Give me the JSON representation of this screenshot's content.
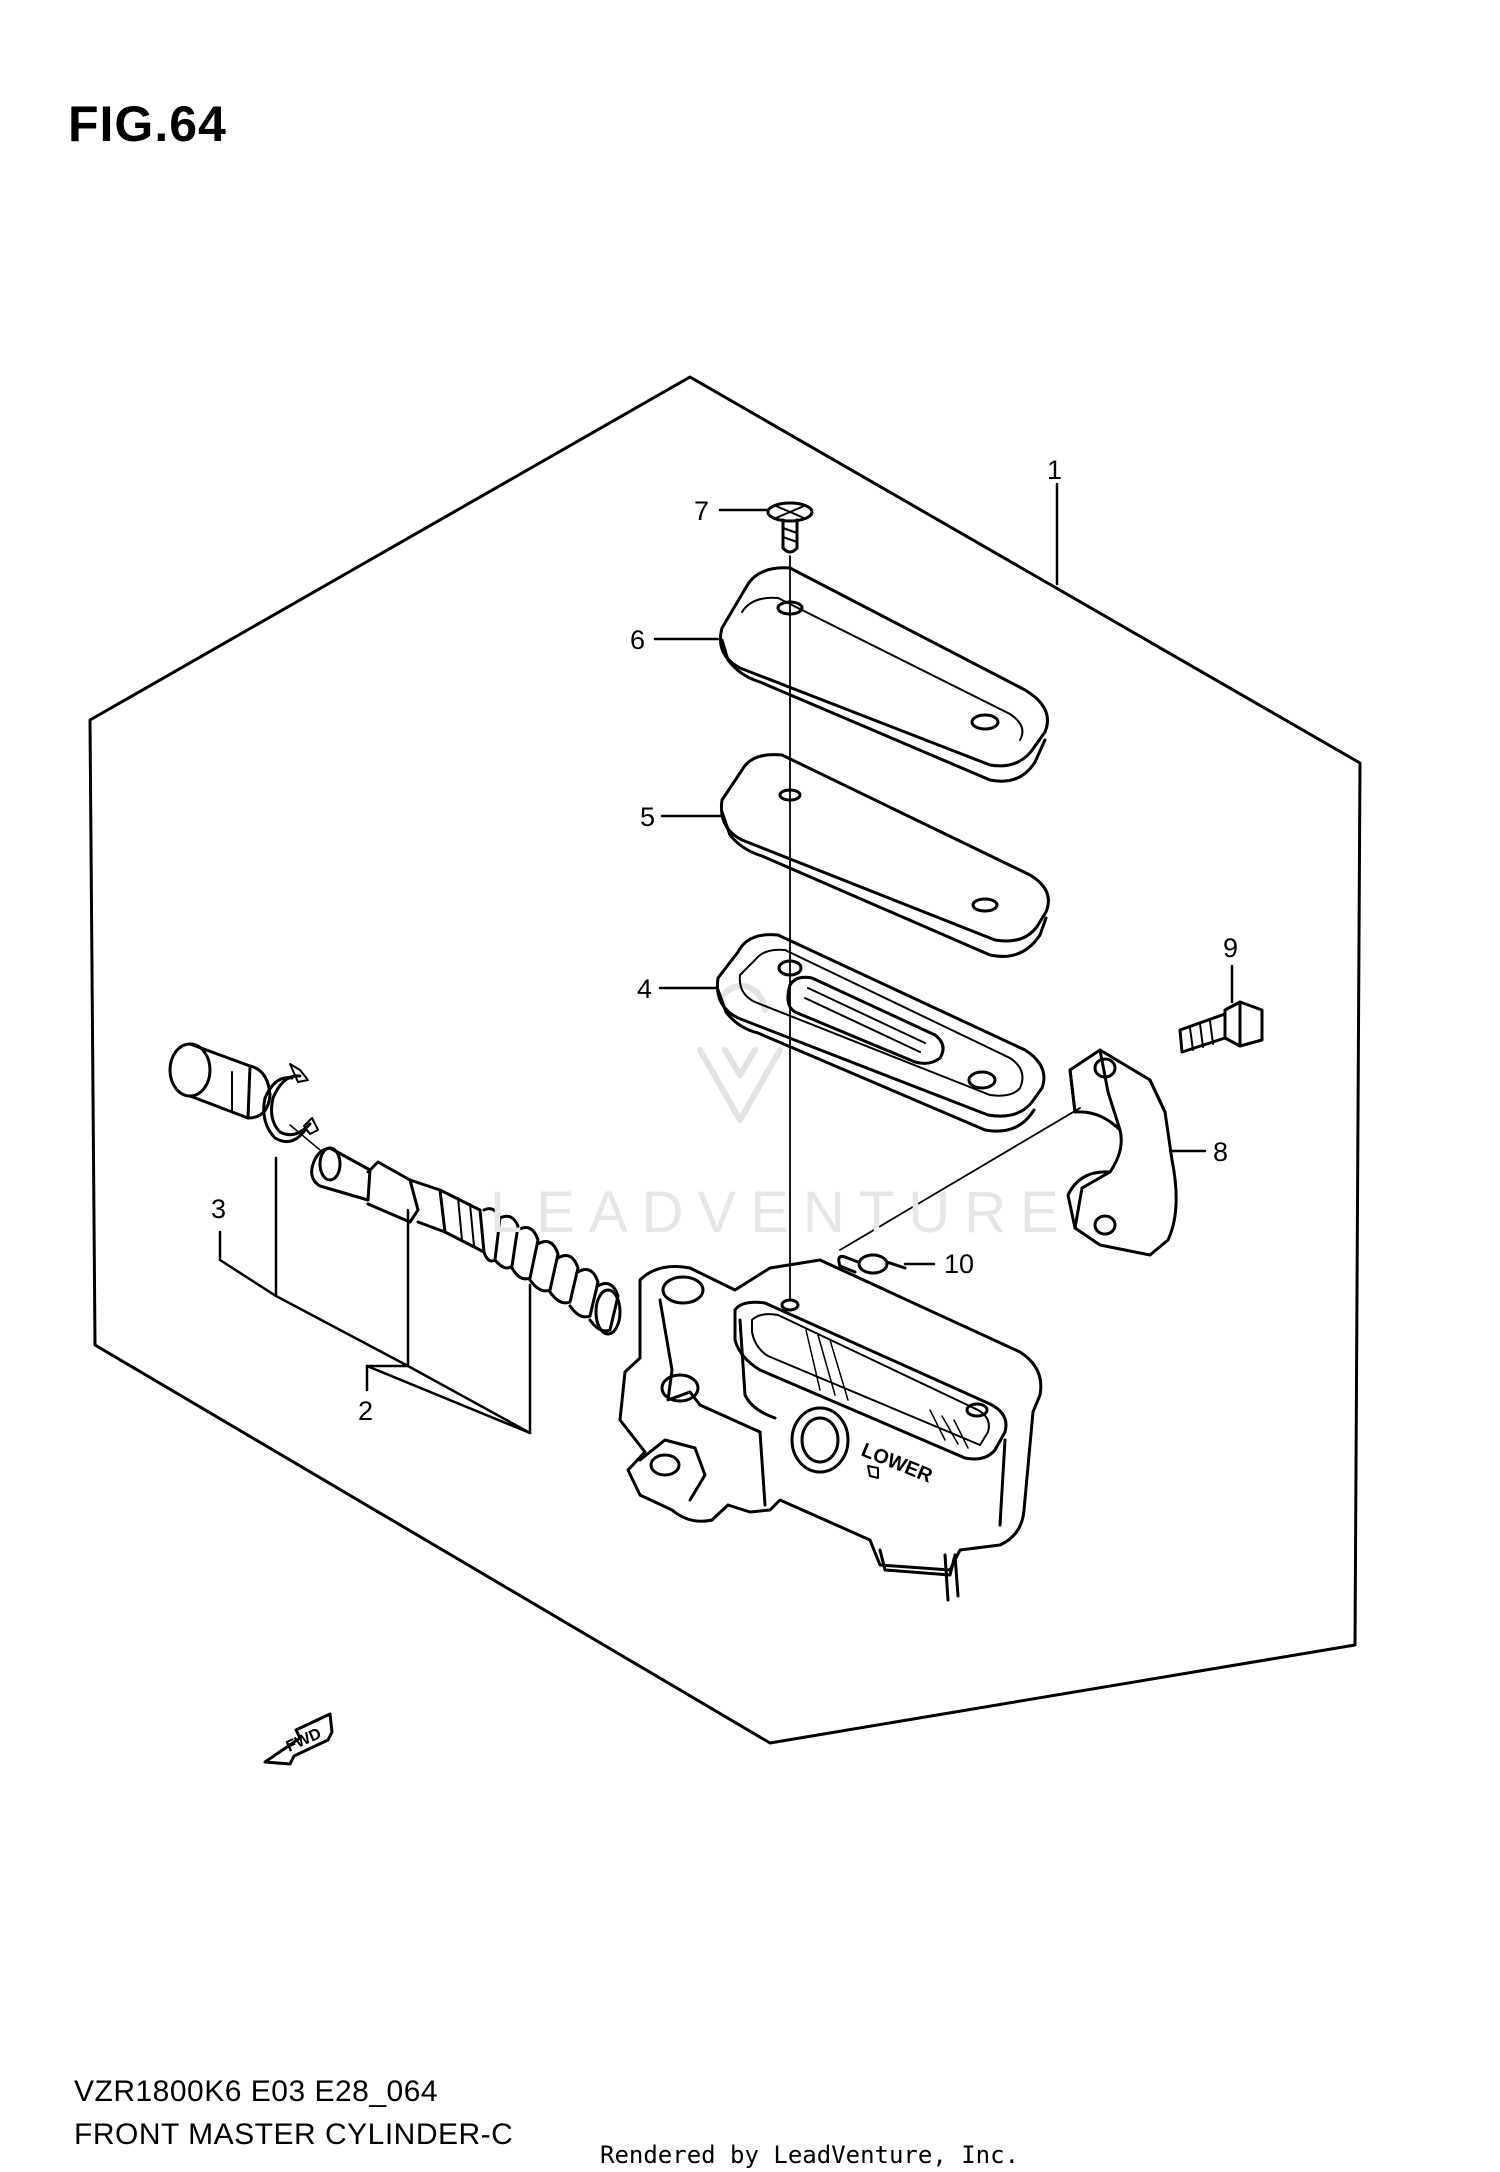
{
  "figure": {
    "title": "FIG.64"
  },
  "callouts": {
    "c1": "1",
    "c2": "2",
    "c3": "3",
    "c4": "4",
    "c5": "5",
    "c6": "6",
    "c7": "7",
    "c8": "8",
    "c9": "9",
    "c10": "10"
  },
  "part_labels": {
    "lower_embossing": "LOWER",
    "fwd_arrow": "FWD"
  },
  "watermark": {
    "text": "LEADVENTURE"
  },
  "footer": {
    "model_code": "VZR1800K6 E03 E28_064",
    "diagram_name": "FRONT MASTER CYLINDER-C",
    "rendered_by": "Rendered by LeadVenture, Inc."
  }
}
